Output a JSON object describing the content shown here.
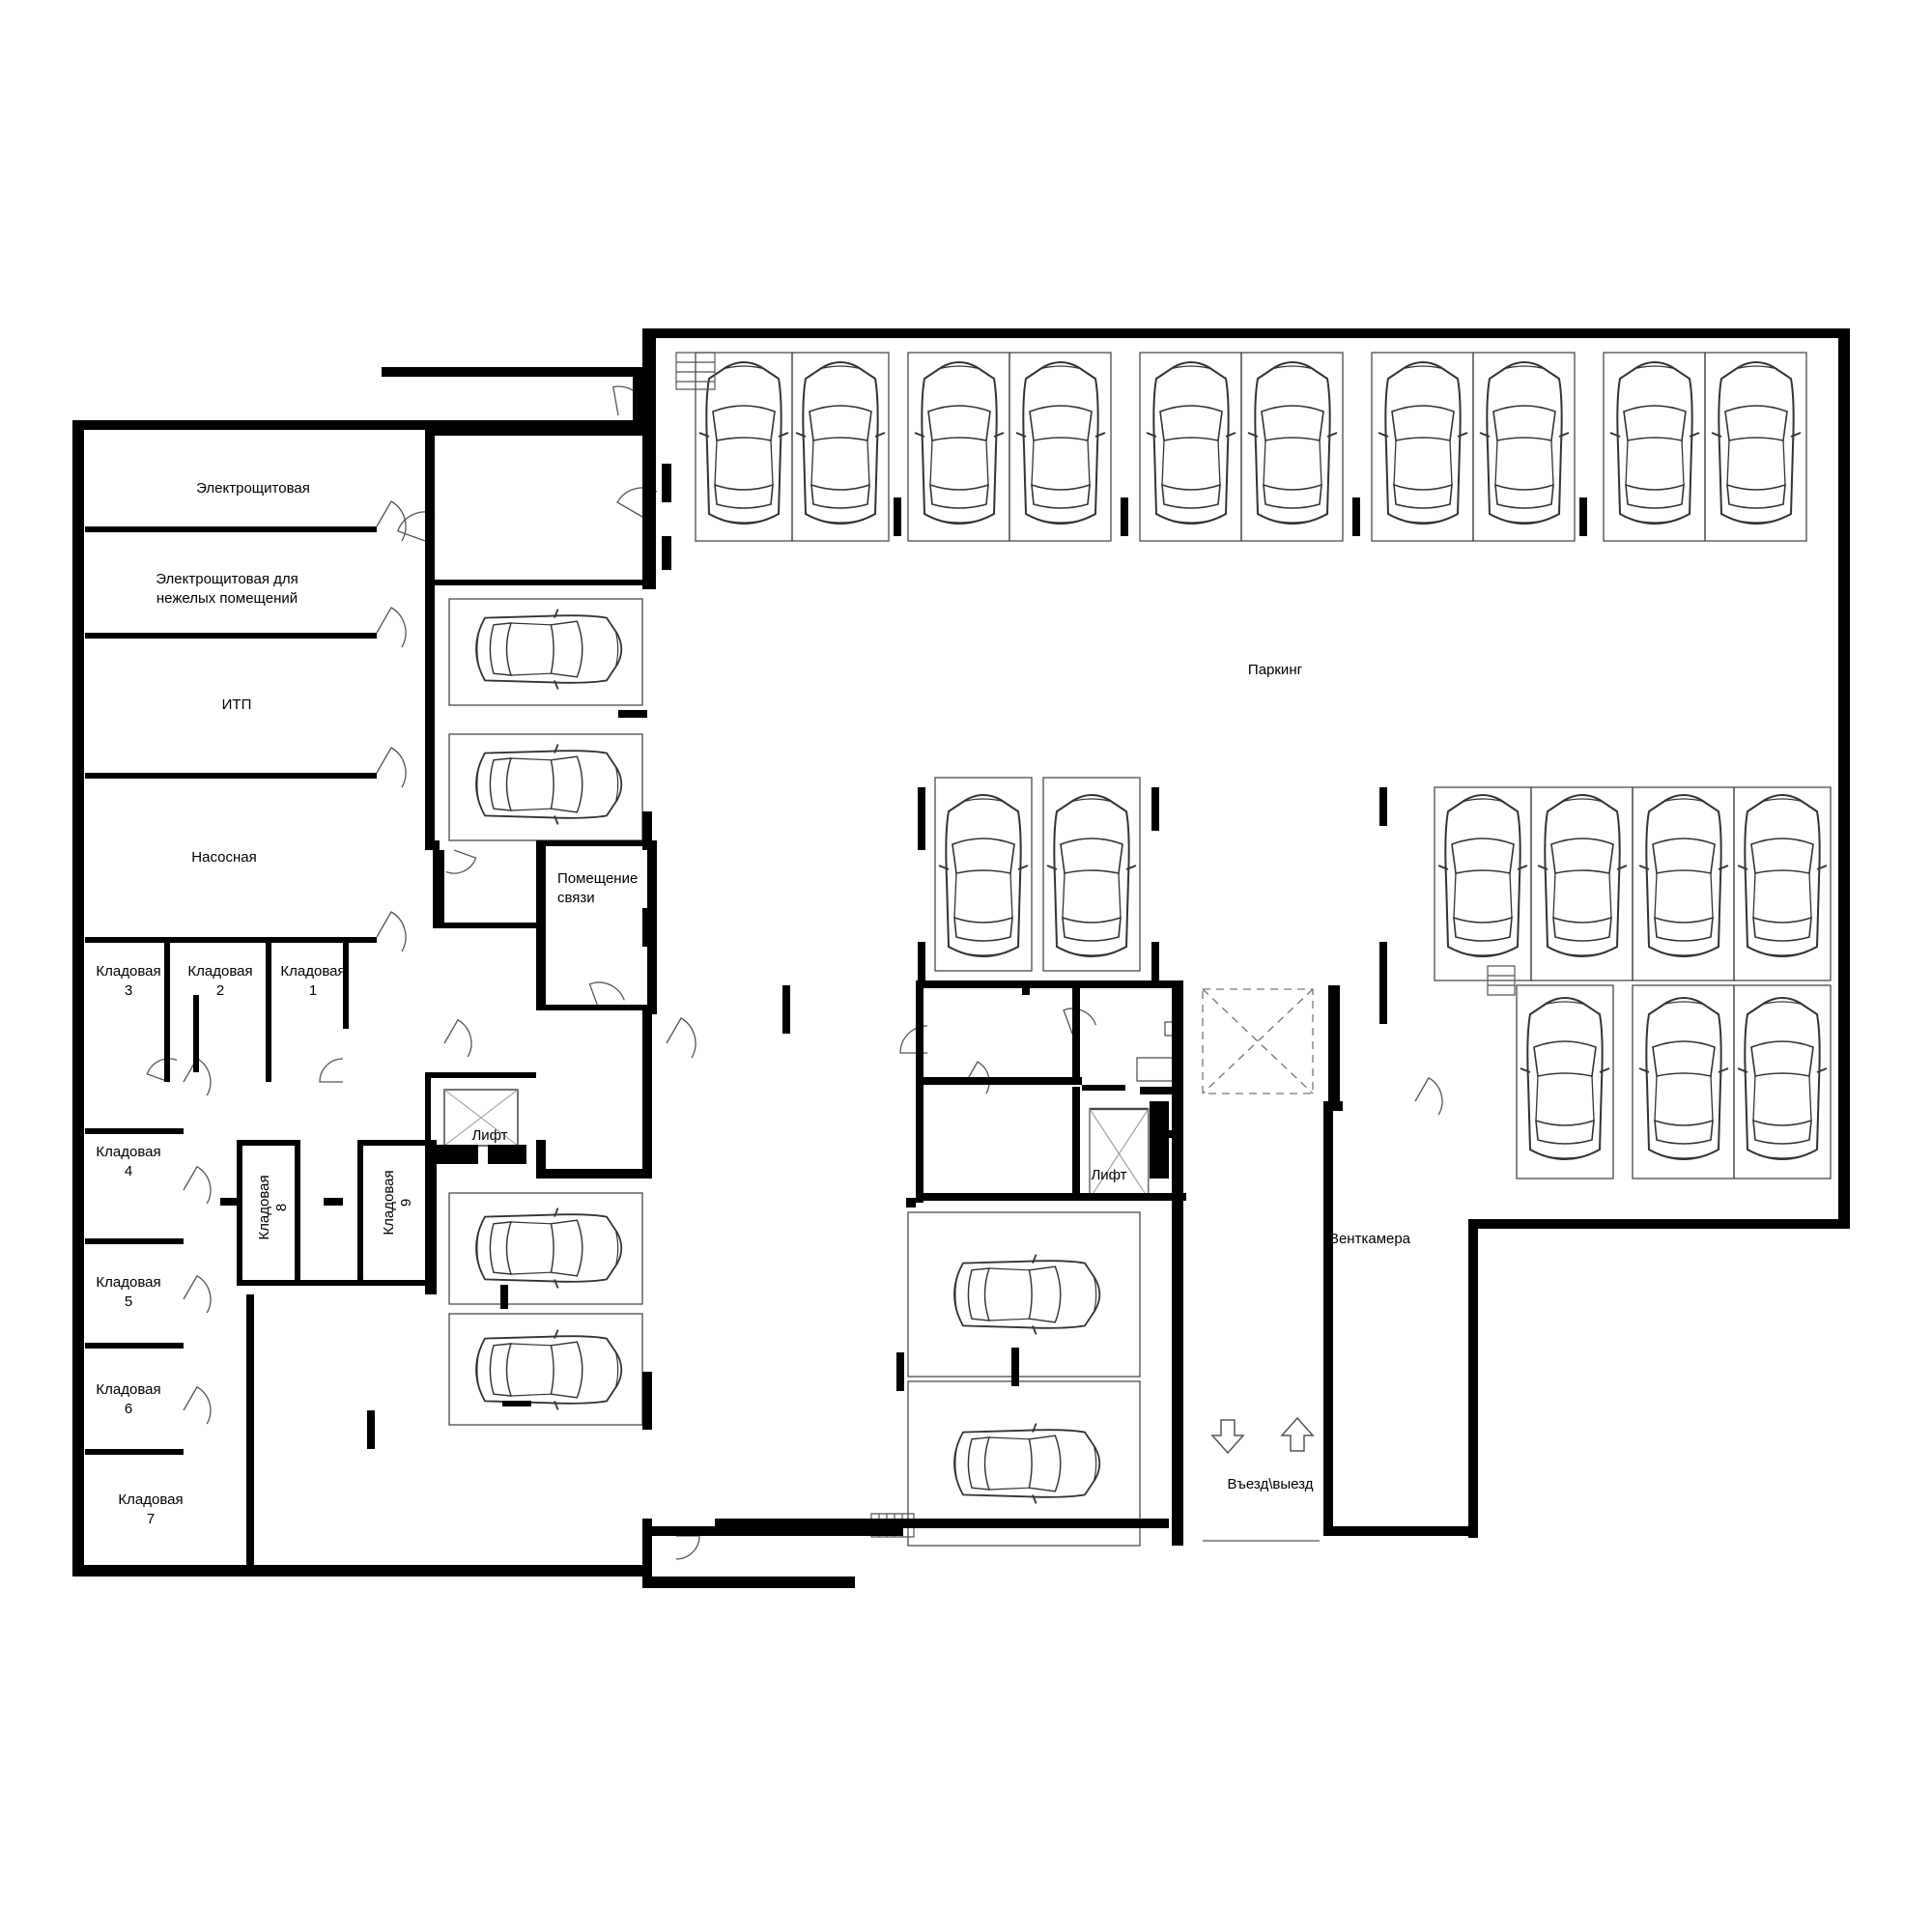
{
  "colors": {
    "wall": "#000000",
    "line": "#4a4a4a",
    "background": "#ffffff"
  },
  "rooms": {
    "electro": "Электрощитовая",
    "electro_nonres_1": "Электрощитовая для",
    "electro_nonres_2": "нежелых помещений",
    "itp": "ИТП",
    "pump": "Насосная",
    "comm_1": "Помещение",
    "comm_2": "связи",
    "parking": "Паркинг",
    "vent": "Венткамера",
    "ramp": "Въезд\\выезд",
    "lift": "Лифт",
    "storage": "Кладовая",
    "storage_numbers": [
      "1",
      "2",
      "3",
      "4",
      "5",
      "6",
      "7",
      "8",
      "9"
    ]
  },
  "icons": {
    "car": "car-top-view-icon",
    "lift": "lift-shaft-icon",
    "arrow_down": "arrow-down-icon",
    "arrow_up": "arrow-up-icon",
    "stairs": "stairs-icon",
    "door": "door-swing-icon",
    "sink": "sink-icon"
  }
}
